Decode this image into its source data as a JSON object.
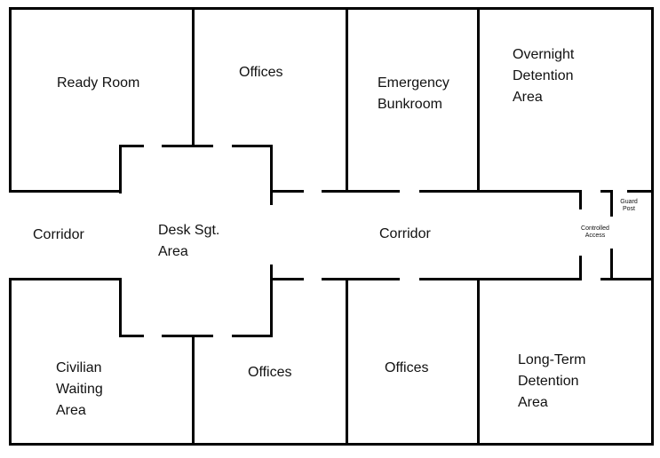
{
  "rooms": {
    "ready_room": "Ready Room",
    "offices_top": "Offices",
    "emergency_bunkroom": "Emergency\nBunkroom",
    "overnight_detention": "Overnight\nDetention\nArea",
    "corridor_left": "Corridor",
    "desk_sgt_area": "Desk Sgt.\nArea",
    "corridor_main": "Corridor",
    "controlled_access": "Controlled\nAccess",
    "guard_post": "Guard\nPost",
    "civilian_waiting": "Civilian\nWaiting\nArea",
    "offices_bottom_left": "Offices",
    "offices_bottom_mid": "Offices",
    "long_term_detention": "Long-Term\nDetention\nArea"
  }
}
